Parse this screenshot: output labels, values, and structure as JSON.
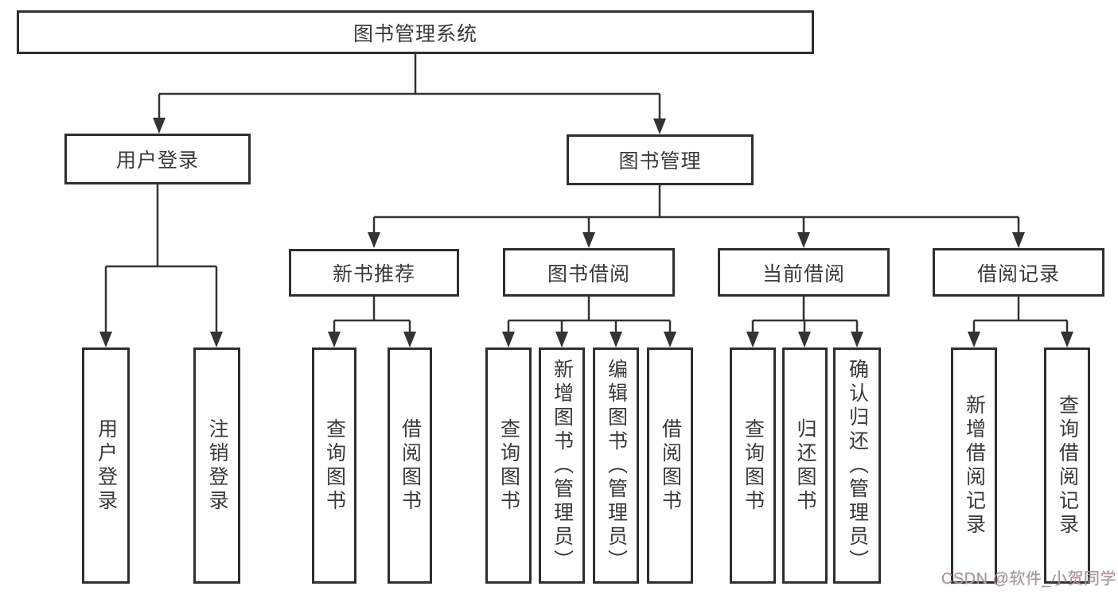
{
  "tree": {
    "label": "图书管理系统",
    "children": [
      {
        "label": "用户登录",
        "children": [
          {
            "label": "用户登录"
          },
          {
            "label": "注销登录"
          }
        ]
      },
      {
        "label": "图书管理",
        "children": [
          {
            "label": "新书推荐",
            "children": [
              {
                "label": "查询图书"
              },
              {
                "label": "借阅图书"
              }
            ]
          },
          {
            "label": "图书借阅",
            "children": [
              {
                "label": "查询图书"
              },
              {
                "label": "新增图书（管理员）"
              },
              {
                "label": "编辑图书（管理员）"
              },
              {
                "label": "借阅图书"
              }
            ]
          },
          {
            "label": "当前借阅",
            "children": [
              {
                "label": "查询图书"
              },
              {
                "label": "归还图书"
              },
              {
                "label": "确认归还（管理员）"
              }
            ]
          },
          {
            "label": "借阅记录",
            "children": [
              {
                "label": "新增借阅记录"
              },
              {
                "label": "查询借阅记录"
              }
            ]
          }
        ]
      }
    ]
  },
  "colors": {
    "line": "#333333",
    "border": "#2e2e2e",
    "text": "#3a3a3a",
    "watermark": "#9b9b9b"
  },
  "watermark": {
    "text": "CSDN @软件_小贺同学"
  }
}
